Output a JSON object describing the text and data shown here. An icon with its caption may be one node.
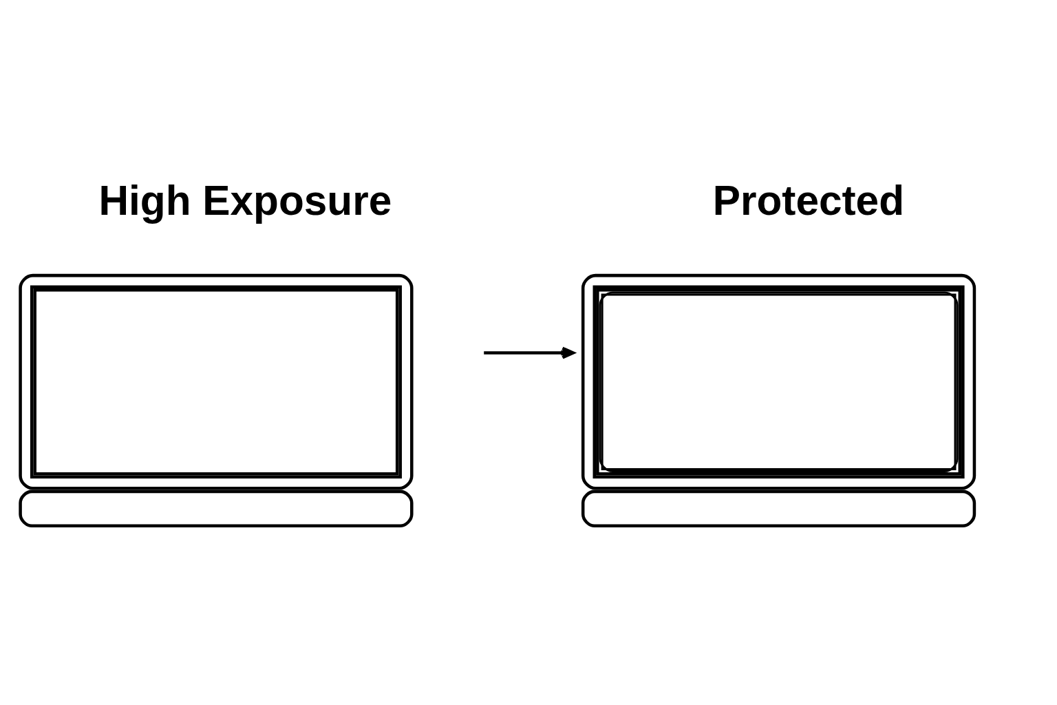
{
  "diagram": {
    "nodes": [
      {
        "text": [
          "High Exposure"
        ]
      },
      {
        "text": [
          "Protected"
        ]
      }
    ],
    "edges": [
      {
        "from": 0,
        "to": 1,
        "arrow": "to"
      }
    ]
  }
}
